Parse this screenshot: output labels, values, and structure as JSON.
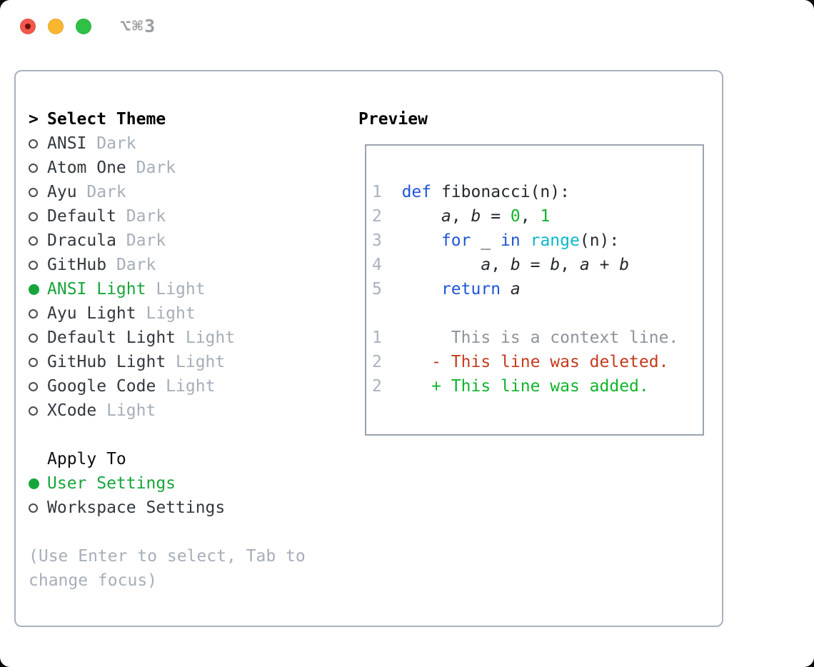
{
  "window": {
    "shortcut_label": "⌥⌘3",
    "traffic_lights": [
      "close",
      "minimize",
      "zoom"
    ]
  },
  "theme_panel": {
    "title_prefix": ">",
    "title": "Select Theme",
    "themes": [
      {
        "name": "ANSI",
        "variant": "Dark",
        "selected": false
      },
      {
        "name": "Atom One",
        "variant": "Dark",
        "selected": false
      },
      {
        "name": "Ayu",
        "variant": "Dark",
        "selected": false
      },
      {
        "name": "Default",
        "variant": "Dark",
        "selected": false
      },
      {
        "name": "Dracula",
        "variant": "Dark",
        "selected": false
      },
      {
        "name": "GitHub",
        "variant": "Dark",
        "selected": false
      },
      {
        "name": "ANSI Light",
        "variant": "Light",
        "selected": true
      },
      {
        "name": "Ayu Light",
        "variant": "Light",
        "selected": false
      },
      {
        "name": "Default Light",
        "variant": "Light",
        "selected": false
      },
      {
        "name": "GitHub Light",
        "variant": "Light",
        "selected": false
      },
      {
        "name": "Google Code",
        "variant": "Light",
        "selected": false
      },
      {
        "name": "XCode",
        "variant": "Light",
        "selected": false
      }
    ],
    "apply_to": {
      "title": "Apply To",
      "options": [
        {
          "label": "User Settings",
          "selected": true
        },
        {
          "label": "Workspace Settings",
          "selected": false
        }
      ]
    },
    "help_text": "(Use Enter to select, Tab to change focus)"
  },
  "preview": {
    "title": "Preview",
    "code_lines": [
      {
        "num": "1",
        "tokens": [
          {
            "t": "def",
            "c": "kw"
          },
          {
            "t": " fibonacci(n):",
            "c": "txt"
          }
        ]
      },
      {
        "num": "2",
        "tokens": [
          {
            "t": "    ",
            "c": "txt"
          },
          {
            "t": "a",
            "c": "var"
          },
          {
            "t": ", ",
            "c": "txt"
          },
          {
            "t": "b",
            "c": "var"
          },
          {
            "t": " = ",
            "c": "txt"
          },
          {
            "t": "0",
            "c": "num"
          },
          {
            "t": ", ",
            "c": "txt"
          },
          {
            "t": "1",
            "c": "num"
          }
        ]
      },
      {
        "num": "3",
        "tokens": [
          {
            "t": "    ",
            "c": "txt"
          },
          {
            "t": "for",
            "c": "kw"
          },
          {
            "t": " _ ",
            "c": "txt"
          },
          {
            "t": "in",
            "c": "kw"
          },
          {
            "t": " ",
            "c": "txt"
          },
          {
            "t": "range",
            "c": "fn"
          },
          {
            "t": "(n):",
            "c": "txt"
          }
        ]
      },
      {
        "num": "4",
        "tokens": [
          {
            "t": "        ",
            "c": "txt"
          },
          {
            "t": "a",
            "c": "var"
          },
          {
            "t": ", ",
            "c": "txt"
          },
          {
            "t": "b",
            "c": "var"
          },
          {
            "t": " = ",
            "c": "txt"
          },
          {
            "t": "b",
            "c": "var"
          },
          {
            "t": ", ",
            "c": "txt"
          },
          {
            "t": "a",
            "c": "var"
          },
          {
            "t": " + ",
            "c": "txt"
          },
          {
            "t": "b",
            "c": "var"
          }
        ]
      },
      {
        "num": "5",
        "tokens": [
          {
            "t": "    ",
            "c": "txt"
          },
          {
            "t": "return",
            "c": "kw"
          },
          {
            "t": " ",
            "c": "txt"
          },
          {
            "t": "a",
            "c": "var"
          }
        ]
      }
    ],
    "diff_lines": [
      {
        "num": "1",
        "tokens": [
          {
            "t": "     This is a context line.",
            "c": "ctx"
          }
        ]
      },
      {
        "num": "2",
        "tokens": [
          {
            "t": "   ",
            "c": "txt"
          },
          {
            "t": "- This line was deleted.",
            "c": "del"
          }
        ]
      },
      {
        "num": "2",
        "tokens": [
          {
            "t": "   ",
            "c": "txt"
          },
          {
            "t": "+ This line was added.",
            "c": "add"
          }
        ]
      }
    ]
  },
  "colors": {
    "accent_green": "#16a53a",
    "keyword_blue": "#1e55d6",
    "builtin_cyan": "#0cb6c9",
    "number_green": "#12b32a",
    "added_green": "#12b32a",
    "deleted_red": "#c43a1c",
    "muted_gray": "#a6aeb9",
    "context_gray": "#8d939b",
    "text_dark": "#24292f",
    "panel_border": "#a9b1bc",
    "preview_border": "#9aa3ae",
    "traffic_red": "#f4574c",
    "traffic_yellow": "#f9b62f",
    "traffic_green": "#2fc046"
  }
}
